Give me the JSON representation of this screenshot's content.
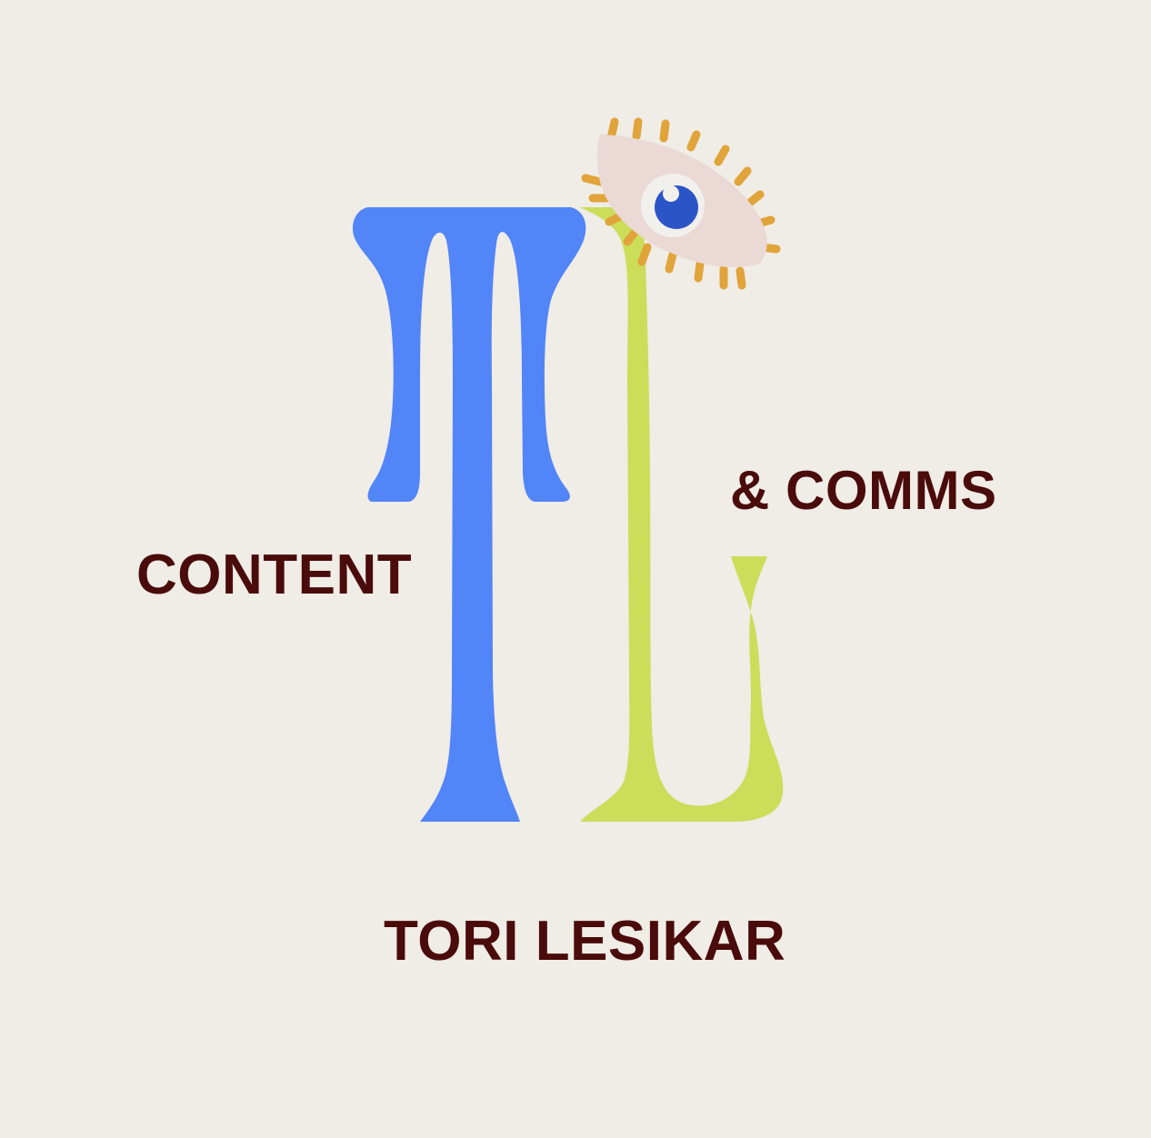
{
  "colors": {
    "background": "#F0ECE6",
    "text": "#4A0B0B",
    "t_letter": "#5285F7",
    "l_letter": "#CCDD5A",
    "eye_white": "#EAD9D4",
    "eye_ring": "#F2F0EC",
    "iris": "#2B55C7",
    "lashes": "#E0A43A"
  },
  "logo": {
    "monogram": "TL",
    "icons": [
      "t-letter-shape",
      "l-letter-shape",
      "eye-icon"
    ]
  },
  "text": {
    "content": "CONTENT",
    "comms": "& COMMS",
    "name": "TORI LESIKAR"
  }
}
